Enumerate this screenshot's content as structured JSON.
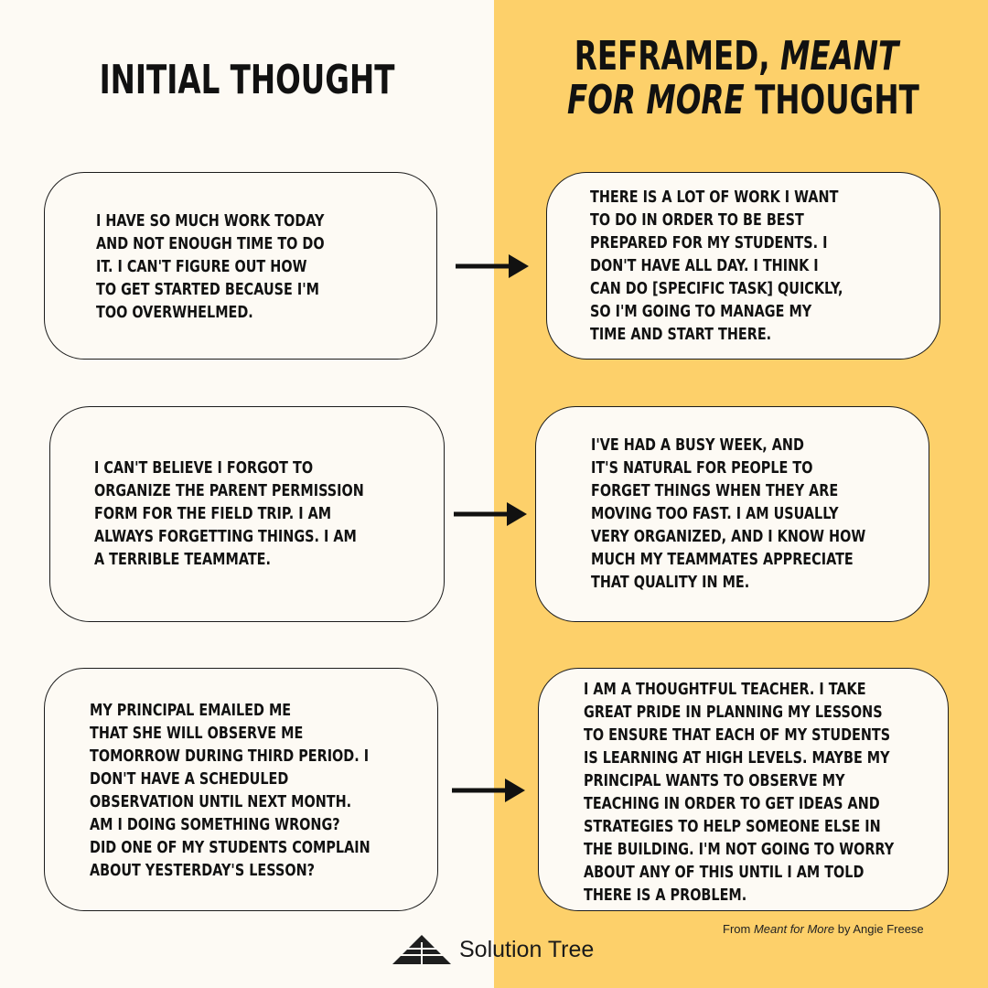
{
  "headings": {
    "left": "Initial Thought",
    "right_line1_plain": "Reframed, ",
    "right_line1_italic": "Meant",
    "right_line2_italic": "for More",
    "right_line2_plain": " Thought"
  },
  "rows": [
    {
      "initial": "I have so much work today\nand not enough time to do\nit. I can't figure out how\nto get started because I'm\ntoo overwhelmed.",
      "reframed": "There is a lot of work I want\nto do in order to be best\nprepared for my students. I\ndon't have all day. I think I\ncan do [specific task] quickly,\nso I'm going to manage my\ntime and start there."
    },
    {
      "initial": "I can't believe I forgot to\norganize the parent permission\nform for the field trip. I am\nalways forgetting things. I am\na terrible teammate.",
      "reframed": "I've had a busy week, and\nit's natural for people to\nforget things when they are\nmoving too fast. I am usually\nvery organized, and I know how\nmuch my teammates appreciate\nthat quality in me."
    },
    {
      "initial": "My principal emailed me\nthat she will observe me\ntomorrow during third period. I\ndon't have a scheduled\nobservation until next month.\nAm I doing something wrong?\nDid one of my students complain\nabout yesterday's lesson?",
      "reframed": "I am a thoughtful teacher. I take\ngreat pride in planning my lessons\nto ensure that each of my students\nis learning at high levels. Maybe my\nprincipal wants to observe my\nteaching in order to get ideas and\nstrategies to help someone else in\nthe building. I'm not going to worry\nabout any of this until I am told\nthere is a problem."
    }
  ],
  "credit": {
    "prefix": "From ",
    "book": "Meant for More",
    "suffix": " by Angie Freese"
  },
  "logo": {
    "name": "Solution Tree"
  },
  "colors": {
    "left_background": "#fdfaf4",
    "right_background": "#fdd06a",
    "card_fill": "#fdfaf4",
    "ink": "#111111"
  }
}
